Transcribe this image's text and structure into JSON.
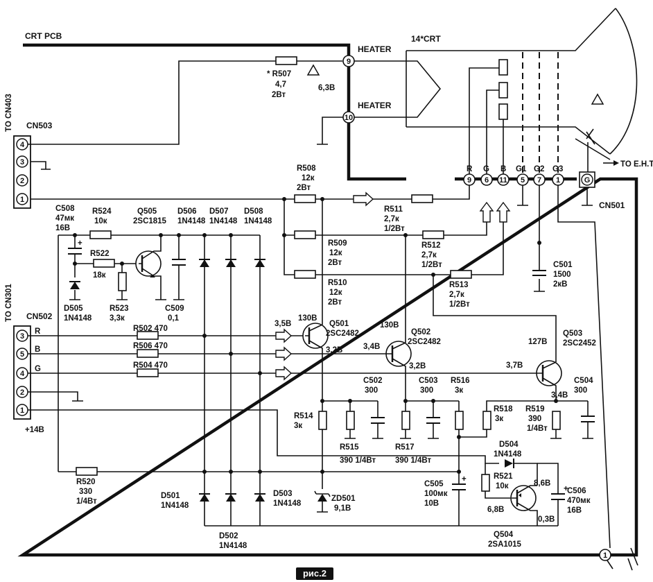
{
  "title": "CRT PCB",
  "crt_label": "14*CRT",
  "caption": "рис.2",
  "connectors": {
    "cn403": "TO CN403",
    "cn503": "CN503",
    "cn301": "TO CN301",
    "cn502": "CN502",
    "cn501": "CN501",
    "eht": "TO E.H.T.",
    "cn503_pins": [
      "4",
      "3",
      "2",
      "1"
    ],
    "cn502_pins": [
      "3",
      "5",
      "4",
      "2",
      "1"
    ],
    "cn502_signals": [
      "R",
      "B",
      "G"
    ],
    "supply": "+14В"
  },
  "crt_pins": {
    "heater1": "HEATER",
    "heater2": "HEATER",
    "p9top": "9",
    "p10": "10",
    "labels": [
      "R",
      "G",
      "B",
      "G1",
      "G2",
      "G3"
    ],
    "numbers": [
      "9",
      "6",
      "11",
      "5",
      "7",
      "1"
    ],
    "g": "G",
    "bottom_pin": "1"
  },
  "components": {
    "r507": [
      "* R507",
      "4,7",
      "2Вт"
    ],
    "v63": "6,3В",
    "r508": [
      "R508",
      "12к",
      "2Вт"
    ],
    "r509": [
      "R509",
      "12к",
      "2Вт"
    ],
    "r510": [
      "R510",
      "12к",
      "2Вт"
    ],
    "r511": [
      "R511",
      "2,7к",
      "1/2Вт"
    ],
    "r512": [
      "R512",
      "2,7к",
      "1/2Вт"
    ],
    "r513": [
      "R513",
      "2,7к",
      "1/2Вт"
    ],
    "c501": [
      "C501",
      "1500",
      "2кВ"
    ],
    "c508": [
      "C508",
      "47мк",
      "16В"
    ],
    "r524": [
      "R524",
      "10к"
    ],
    "q505": [
      "Q505",
      "2SC1815"
    ],
    "d506": [
      "D506",
      "1N4148"
    ],
    "d507": [
      "D507",
      "1N4148"
    ],
    "d508": [
      "D508",
      "1N4148"
    ],
    "r522": [
      "R522",
      "18к"
    ],
    "d505": [
      "D505",
      "1N4148"
    ],
    "r523": [
      "R523",
      "3,3к"
    ],
    "c509": [
      "C509",
      "0,1"
    ],
    "q501": [
      "Q501",
      "2SC2482"
    ],
    "q502": [
      "Q502",
      "2SC2482"
    ],
    "q503": [
      "Q503",
      "2SC2452"
    ],
    "r502": "R502 470",
    "r506": "R506 470",
    "r504": "R504 470",
    "v130a": "130В",
    "v130b": "130В",
    "v127": "127В",
    "v35": "3,5В",
    "v32a": "3,2В",
    "v34a": "3,4В",
    "v32b": "3,2В",
    "v37": "3,7В",
    "v34b": "3,4В",
    "c502": [
      "C502",
      "300"
    ],
    "c503": [
      "C503",
      "300"
    ],
    "r516": [
      "R516",
      "3к"
    ],
    "c504": [
      "C504",
      "300"
    ],
    "r514": [
      "R514",
      "3к"
    ],
    "r515": [
      "R515",
      "390 1/4Вт"
    ],
    "r517": [
      "R517",
      "390 1/4Вт"
    ],
    "r518": [
      "R518",
      "3к"
    ],
    "r519": [
      "R519",
      "390",
      "1/4Вт"
    ],
    "d504": [
      "D504",
      "1N4148"
    ],
    "r521": [
      "R521",
      "10к"
    ],
    "v86": "8,6В",
    "c505": [
      "C505",
      "100мк",
      "10В"
    ],
    "c506": [
      "C506",
      "470мк",
      "16В"
    ],
    "v68": "6,8В",
    "v03": "0,3В",
    "q504": [
      "Q504",
      "2SA1015"
    ],
    "r520": [
      "R520",
      "330",
      "1/4Вт"
    ],
    "d501": [
      "D501",
      "1N4148"
    ],
    "d502": [
      "D502",
      "1N4148"
    ],
    "d503": [
      "D503",
      "1N4148"
    ],
    "zd501": [
      "ZD501",
      "9,1В"
    ]
  }
}
